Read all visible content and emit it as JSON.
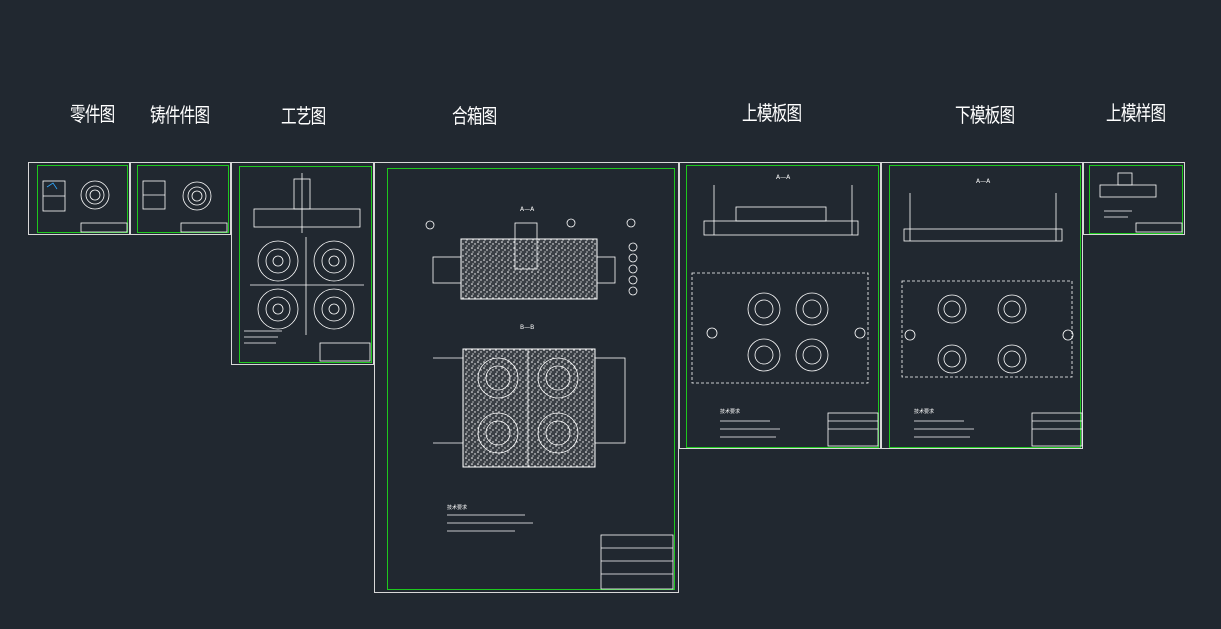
{
  "titles": {
    "part": "零件图",
    "casting": "铸件件图",
    "process": "工艺图",
    "assembly": "合箱图",
    "upper_plate": "上模板图",
    "lower_plate": "下模板图",
    "upper_pattern": "上模样图"
  },
  "labels": {
    "section_aa": "A—A",
    "section_bb": "B—B",
    "tech_req": "技术要求"
  },
  "colors": {
    "background": "#212830",
    "frame": "#1ec81e",
    "sheet_border": "#d8d8d8",
    "drawing_lines": "#ffffff"
  }
}
